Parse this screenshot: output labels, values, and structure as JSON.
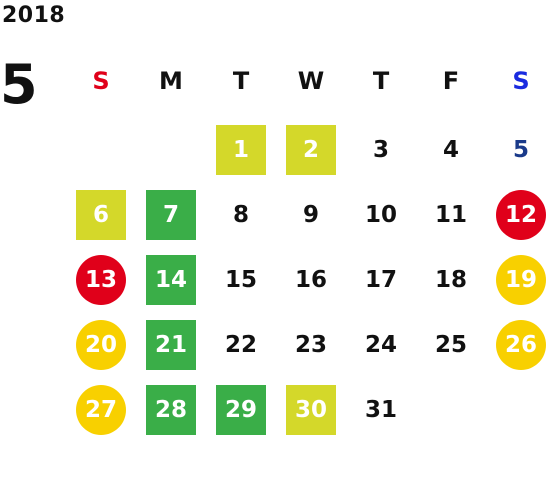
{
  "year": "2018",
  "month": "5",
  "weekdays": [
    {
      "label": "S",
      "color": "#e0001a"
    },
    {
      "label": "M",
      "color": "#111111"
    },
    {
      "label": "T",
      "color": "#111111"
    },
    {
      "label": "W",
      "color": "#111111"
    },
    {
      "label": "T",
      "color": "#111111"
    },
    {
      "label": "F",
      "color": "#111111"
    },
    {
      "label": "S",
      "color": "#1a2be0"
    }
  ],
  "colors": {
    "yellow_green": "#d4d82a",
    "green": "#3aae48",
    "red": "#e0001a",
    "gold": "#f8d000",
    "blue_text": "#1a3a8a"
  },
  "days": [
    {
      "day": "1",
      "col": 2,
      "row": 0,
      "style": "square",
      "color": "#d4d82a"
    },
    {
      "day": "2",
      "col": 3,
      "row": 0,
      "style": "square",
      "color": "#d4d82a"
    },
    {
      "day": "3",
      "col": 4,
      "row": 0,
      "style": "plain"
    },
    {
      "day": "4",
      "col": 5,
      "row": 0,
      "style": "plain"
    },
    {
      "day": "5",
      "col": 6,
      "row": 0,
      "style": "plain",
      "text_color": "#1a3a8a"
    },
    {
      "day": "6",
      "col": 0,
      "row": 1,
      "style": "square",
      "color": "#d4d82a"
    },
    {
      "day": "7",
      "col": 1,
      "row": 1,
      "style": "square",
      "color": "#3aae48"
    },
    {
      "day": "8",
      "col": 2,
      "row": 1,
      "style": "plain"
    },
    {
      "day": "9",
      "col": 3,
      "row": 1,
      "style": "plain"
    },
    {
      "day": "10",
      "col": 4,
      "row": 1,
      "style": "plain"
    },
    {
      "day": "11",
      "col": 5,
      "row": 1,
      "style": "plain"
    },
    {
      "day": "12",
      "col": 6,
      "row": 1,
      "style": "circle",
      "color": "#e0001a"
    },
    {
      "day": "13",
      "col": 0,
      "row": 2,
      "style": "circle",
      "color": "#e0001a"
    },
    {
      "day": "14",
      "col": 1,
      "row": 2,
      "style": "square",
      "color": "#3aae48"
    },
    {
      "day": "15",
      "col": 2,
      "row": 2,
      "style": "plain"
    },
    {
      "day": "16",
      "col": 3,
      "row": 2,
      "style": "plain"
    },
    {
      "day": "17",
      "col": 4,
      "row": 2,
      "style": "plain"
    },
    {
      "day": "18",
      "col": 5,
      "row": 2,
      "style": "plain"
    },
    {
      "day": "19",
      "col": 6,
      "row": 2,
      "style": "circle",
      "color": "#f8d000"
    },
    {
      "day": "20",
      "col": 0,
      "row": 3,
      "style": "circle",
      "color": "#f8d000"
    },
    {
      "day": "21",
      "col": 1,
      "row": 3,
      "style": "square",
      "color": "#3aae48"
    },
    {
      "day": "22",
      "col": 2,
      "row": 3,
      "style": "plain"
    },
    {
      "day": "23",
      "col": 3,
      "row": 3,
      "style": "plain"
    },
    {
      "day": "24",
      "col": 4,
      "row": 3,
      "style": "plain"
    },
    {
      "day": "25",
      "col": 5,
      "row": 3,
      "style": "plain"
    },
    {
      "day": "26",
      "col": 6,
      "row": 3,
      "style": "circle",
      "color": "#f8d000"
    },
    {
      "day": "27",
      "col": 0,
      "row": 4,
      "style": "circle",
      "color": "#f8d000"
    },
    {
      "day": "28",
      "col": 1,
      "row": 4,
      "style": "square",
      "color": "#3aae48"
    },
    {
      "day": "29",
      "col": 2,
      "row": 4,
      "style": "square",
      "color": "#3aae48"
    },
    {
      "day": "30",
      "col": 3,
      "row": 4,
      "style": "square",
      "color": "#d4d82a"
    },
    {
      "day": "31",
      "col": 4,
      "row": 4,
      "style": "plain"
    }
  ]
}
